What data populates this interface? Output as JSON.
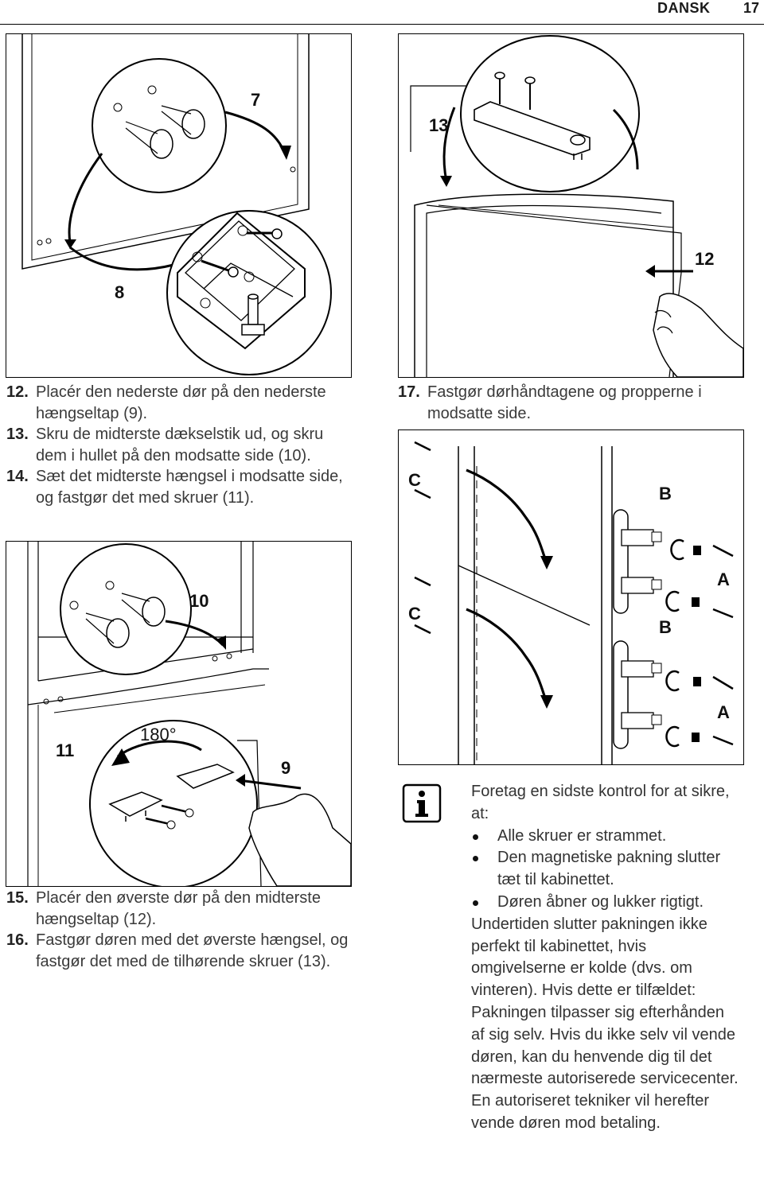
{
  "header": {
    "language": "DANSK",
    "page_number": "17"
  },
  "figures": {
    "fig_top_left": {
      "labels": [
        "7",
        "8"
      ]
    },
    "fig_top_right": {
      "labels": [
        "13",
        "12"
      ]
    },
    "fig_mid_left": {
      "labels": [
        "10",
        "11",
        "9",
        "180°"
      ]
    },
    "fig_mid_right": {
      "labels": [
        "C",
        "C",
        "B",
        "B",
        "A",
        "A"
      ]
    }
  },
  "steps_left_top": [
    {
      "num": "12.",
      "text": "Placér den nederste dør på den nederste hængseltap (9)."
    },
    {
      "num": "13.",
      "text": "Skru de midterste dækselstik ud, og skru dem i hullet på den modsatte side (10)."
    },
    {
      "num": "14.",
      "text": "Sæt det midterste hængsel i modsatte side, og fastgør det med skruer (11)."
    }
  ],
  "steps_right_top": [
    {
      "num": "17.",
      "text": "Fastgør dørhåndtagene og propperne i modsatte side."
    }
  ],
  "steps_left_bottom": [
    {
      "num": "15.",
      "text": "Placér den øverste dør på den midterste hængseltap (12)."
    },
    {
      "num": "16.",
      "text": "Fastgør døren med det øverste hængsel, og fastgør det med de tilhørende skruer (13)."
    }
  ],
  "note": {
    "intro": "Foretag en sidste kontrol for at sikre, at:",
    "bullets": [
      "Alle skruer er strammet.",
      "Den magnetiske pakning slutter tæt til kabinettet.",
      "Døren åbner og lukker rigtigt."
    ],
    "body": "Undertiden slutter pakningen ikke perfekt til kabinettet, hvis omgivelserne er kolde (dvs. om vinteren). Hvis dette er tilfældet: Pakningen tilpasser sig efterhånden af sig selv. Hvis du ikke selv vil vende døren, kan du henvende dig til det nærmeste autoriserede servicecenter. En autoriseret tekniker vil herefter vende døren mod betaling."
  }
}
